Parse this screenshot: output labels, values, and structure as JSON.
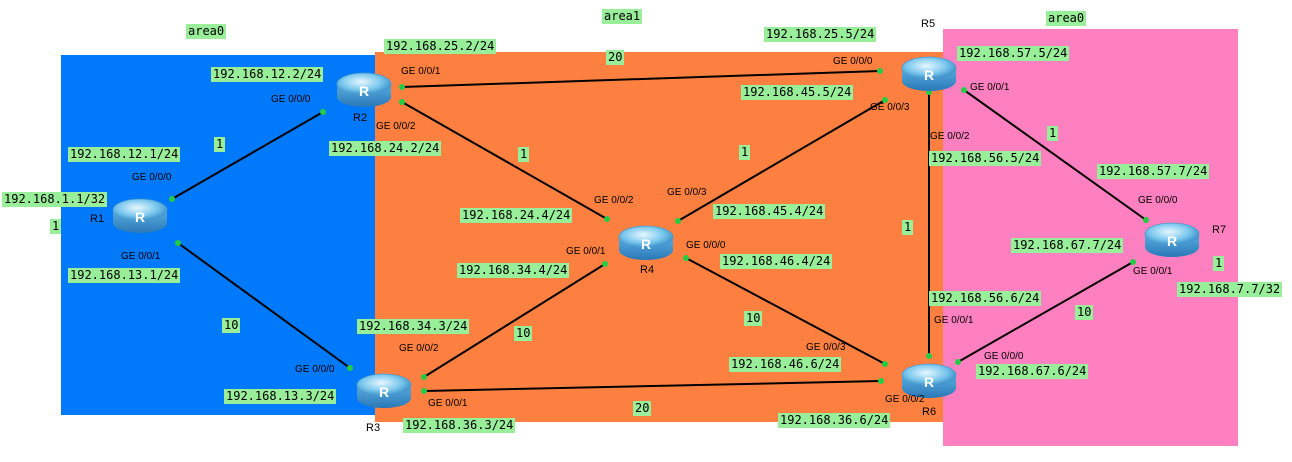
{
  "areas": {
    "left": "area0",
    "middle": "area1",
    "right": "area0"
  },
  "routers": [
    "R1",
    "R2",
    "R3",
    "R4",
    "R5",
    "R6",
    "R7"
  ],
  "ips": {
    "r1_lo": "192.168.1.1/32",
    "r1_g000": "192.168.12.1/24",
    "r1_g001": "192.168.13.1/24",
    "r2_g000": "192.168.12.2/24",
    "r2_g001": "192.168.25.2/24",
    "r2_g002": "192.168.24.2/24",
    "r3_g000": "192.168.13.3/24",
    "r3_g002": "192.168.34.3/24",
    "r3_g001": "192.168.36.3/24",
    "r4_g002": "192.168.24.4/24",
    "r4_g001": "192.168.34.4/24",
    "r4_g003": "192.168.45.4/24",
    "r4_g000": "192.168.46.4/24",
    "r5_g000": "192.168.25.5/24",
    "r5_g001": "192.168.57.5/24",
    "r5_g003": "192.168.45.5/24",
    "r5_g002": "192.168.56.5/24",
    "r6_g001": "192.168.56.6/24",
    "r6_g003": "192.168.46.6/24",
    "r6_g000": "192.168.67.6/24",
    "r6_g002": "192.168.36.6/24",
    "r7_g000": "192.168.57.7/24",
    "r7_g001": "192.168.67.7/24",
    "r7_lo": "192.168.7.7/32"
  },
  "ports": {
    "g000": "GE 0/0/0",
    "g001": "GE 0/0/1",
    "g002": "GE 0/0/2",
    "g003": "GE 0/0/3"
  },
  "costs": {
    "r1_lo": "1",
    "r1_r2": "1",
    "r1_r3": "10",
    "r2_r5": "20",
    "r2_r4": "1",
    "r3_r4": "10",
    "r3_r6": "20",
    "r4_r5": "1",
    "r4_r6": "10",
    "r5_r6": "1",
    "r5_r7": "1",
    "r6_r7": "10",
    "r7_lo": "1"
  },
  "colors": {
    "area_left": "#0079fb",
    "area_middle": "#fe8040",
    "area_right": "#ff80c0",
    "label_bg": "#99ee99",
    "link_dot": "#22cc44"
  }
}
